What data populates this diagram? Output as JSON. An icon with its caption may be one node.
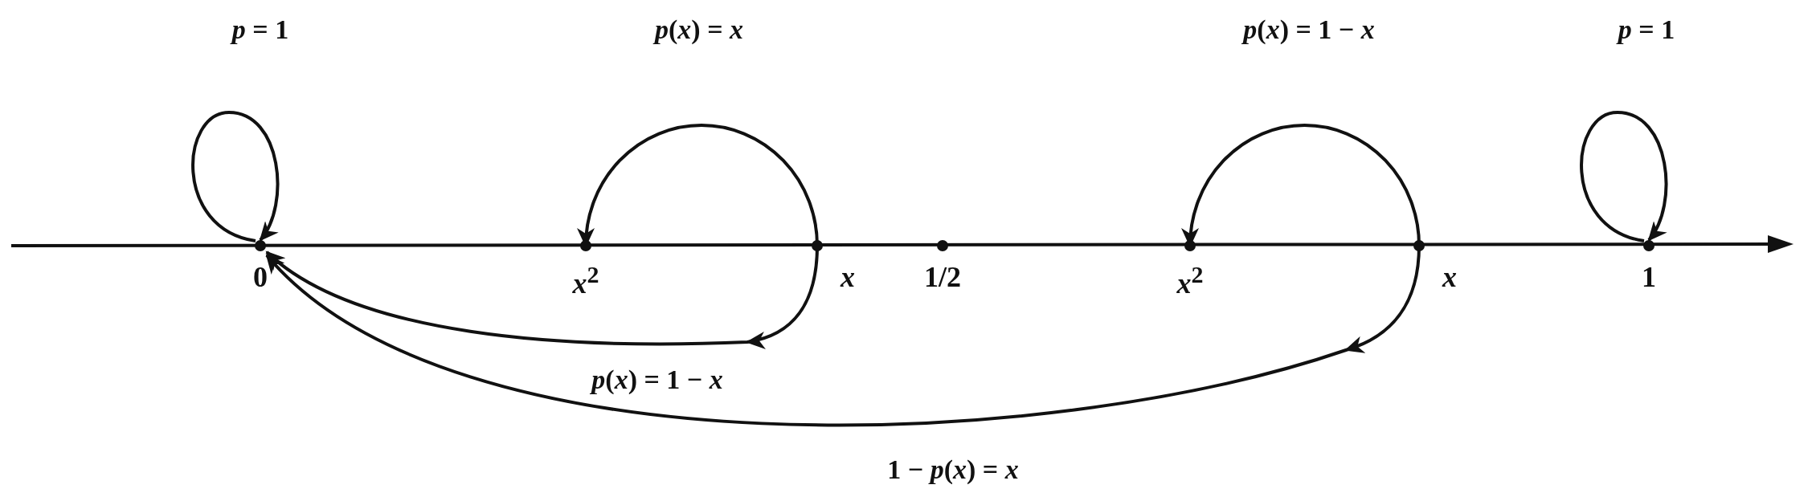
{
  "diagram": {
    "nodes": [
      {
        "text": [
          "0"
        ]
      },
      {
        "text": [
          "*x*$^{2}$"
        ]
      },
      {
        "text": [
          "x"
        ]
      },
      {
        "text": [
          "1/2"
        ]
      },
      {
        "text": [
          "*x*$^{2}$"
        ]
      },
      {
        "text": [
          "x"
        ]
      },
      {
        "text": [
          "1"
        ]
      }
    ],
    "edges": [
      {
        "from": 0,
        "to": 0,
        "arrow": "to",
        "label": "*p* = 1"
      },
      {
        "from": 2,
        "to": 1,
        "arrow": "to",
        "label": "*p*(*x*) = *x*"
      },
      {
        "from": 2,
        "to": 0,
        "arrow": "to",
        "label": "*p*(*x*) = 1 − *x*"
      },
      {
        "from": 5,
        "to": 4,
        "arrow": "to",
        "label": "*p*(*x*) = 1 − *x*"
      },
      {
        "from": 5,
        "to": 0,
        "arrow": "to",
        "label": "1 − *p*(*x*) = *x*"
      },
      {
        "from": 6,
        "to": 6,
        "arrow": "to",
        "label": "*p* = 1"
      }
    ]
  }
}
